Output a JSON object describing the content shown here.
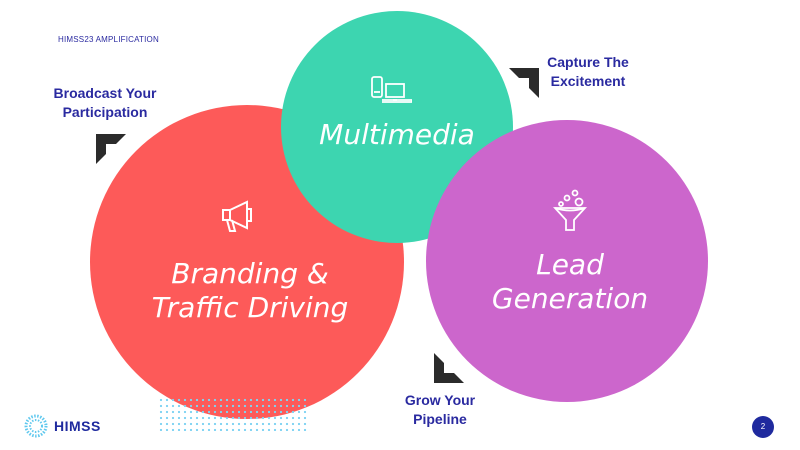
{
  "header": {
    "title": "HIMSS23 AMPLIFICATION"
  },
  "circles": {
    "branding": {
      "title_line1": "Branding &",
      "title_line2": "Traffic Driving",
      "icon": "megaphone-icon",
      "color": "#fd5a59"
    },
    "multimedia": {
      "title": "Multimedia",
      "icon": "devices-icon",
      "color": "#3dd5b0"
    },
    "lead": {
      "title_line1": "Lead",
      "title_line2": "Generation",
      "icon": "funnel-icon",
      "color": "#cc66cc"
    }
  },
  "callouts": {
    "broadcast": {
      "line1": "Broadcast Your",
      "line2": "Participation"
    },
    "capture": {
      "line1": "Capture The",
      "line2": "Excitement"
    },
    "grow": {
      "line1": "Grow Your",
      "line2": "Pipeline"
    }
  },
  "footer": {
    "logo_text": "HIMSS",
    "page_number": "2"
  },
  "colors": {
    "text_accent": "#2a2aa0",
    "arrow": "#2b2b2b"
  }
}
